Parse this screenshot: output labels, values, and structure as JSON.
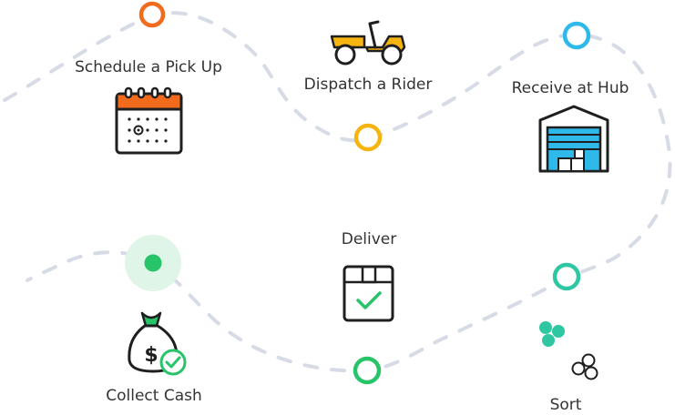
{
  "steps": [
    {
      "id": "schedule",
      "label": "Schedule a Pick Up",
      "icon": "calendar-icon",
      "marker_color": "#f26a1b"
    },
    {
      "id": "dispatch",
      "label": "Dispatch a Rider",
      "icon": "scooter-icon",
      "marker_color": "#f5b40f"
    },
    {
      "id": "receive",
      "label": "Receive at Hub",
      "icon": "warehouse-icon",
      "marker_color": "#2eb9ea"
    },
    {
      "id": "sort",
      "label": "Sort",
      "icon": "sort-balls-icon",
      "marker_color": "#2ec7a1"
    },
    {
      "id": "deliver",
      "label": "Deliver",
      "icon": "package-check-icon",
      "marker_color": "#27c46a"
    },
    {
      "id": "collect",
      "label": "Collect Cash",
      "icon": "money-bag-icon",
      "marker_color": "#27c46a"
    }
  ],
  "colors": {
    "path_dash": "#d6dbe6",
    "outline": "#1f1f1f",
    "calendar_header": "#f26a1b",
    "scooter_body": "#f5b40f",
    "warehouse_door": "#2eb9ea",
    "sort_green": "#2ec7a1",
    "check_green": "#27c46a",
    "active_glow": "#dff5e8"
  }
}
